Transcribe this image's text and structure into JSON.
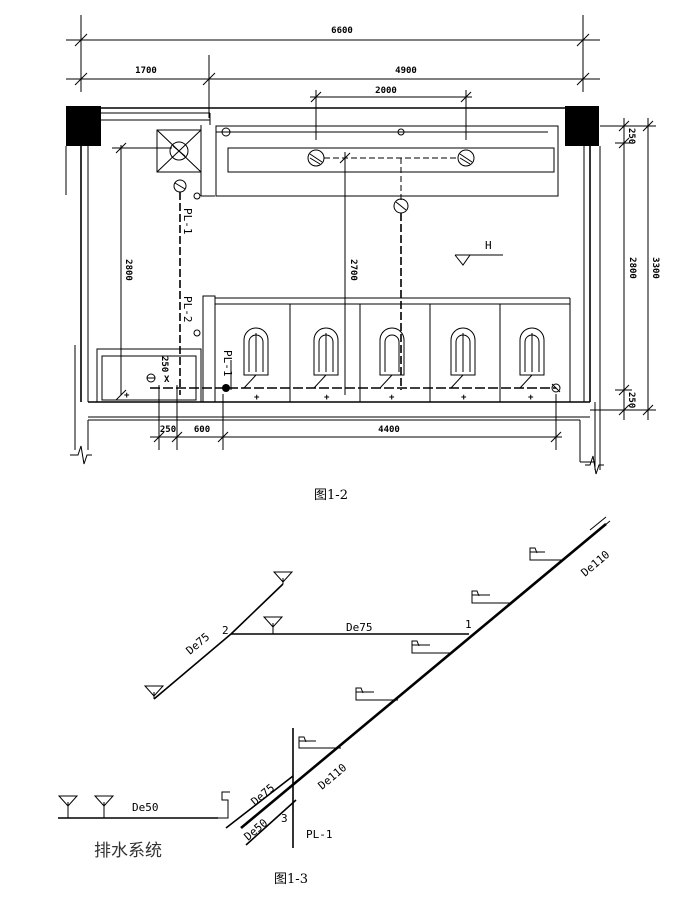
{
  "figure1": {
    "caption": "图1-2",
    "dims": {
      "total": "6600",
      "left_span": "1700",
      "right_span": "4900",
      "basin_spacing": "2000",
      "left_height": "2800",
      "mid_height": "2700",
      "right_total": "3300",
      "right_mid": "2800",
      "right_top": "250",
      "right_bottom": "250",
      "bottom_a": "250",
      "bottom_b": "600",
      "bottom_c": "4400",
      "small_250": "250"
    },
    "labels": {
      "pl1_top": "PL-1",
      "pl2": "PL-2",
      "pl1_mid": "PL-1",
      "mark_h": "H"
    }
  },
  "figure2": {
    "caption": "图1-3",
    "labels": {
      "de75_left": "De75",
      "num2": "2",
      "de75_branch": "De75",
      "num1": "1",
      "de110_top": "De110",
      "de110_mid": "De110",
      "de75_low": "De75",
      "de50_low": "De50",
      "num3": "3",
      "pl1": "PL-1",
      "de50_branch": "De50",
      "system_name": "排水系统"
    }
  }
}
